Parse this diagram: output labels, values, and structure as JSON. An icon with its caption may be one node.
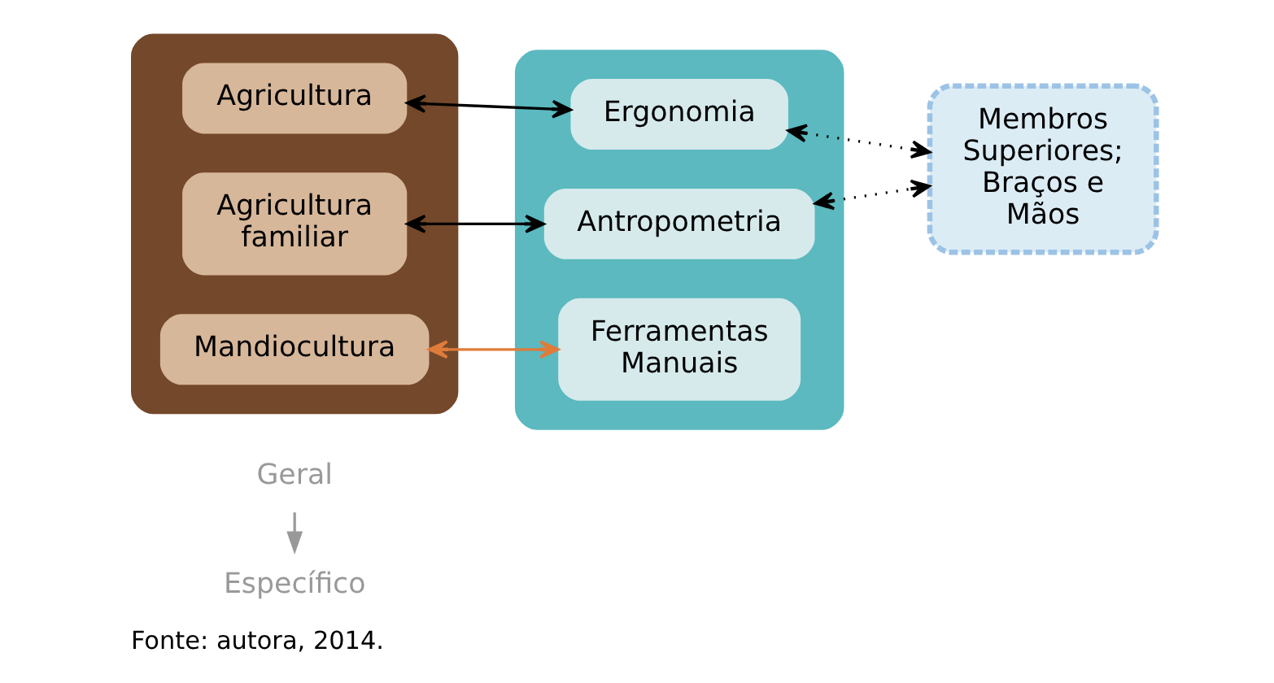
{
  "diagram": {
    "caption": "Fonte: autora, 2014.",
    "nodes": [
      {
        "text": [
          "Geral"
        ]
      },
      {
        "text": [],
        "shape": "box"
      },
      {
        "text": [
          "Agricultura"
        ],
        "in": 1
      },
      {
        "text": [
          "Agricultura familiar"
        ],
        "in": 1
      },
      {
        "text": [
          "Mandiocultura"
        ],
        "in": 1
      },
      {
        "text": [],
        "shape": "box"
      },
      {
        "text": [
          "Ergonomia"
        ],
        "in": 5
      },
      {
        "text": [
          "Antropometria"
        ],
        "in": 5
      },
      {
        "text": [
          "Ferramentas Manuais"
        ],
        "in": 5
      },
      {
        "text": [
          "Membros Superiores; Braços e Mãos"
        ]
      },
      {
        "text": [
          "Específico"
        ]
      }
    ],
    "edges": [
      {
        "from": 0,
        "to": 10,
        "arrow": "to",
        "color": "#999999"
      },
      {
        "from": 2,
        "to": 6,
        "arrow": "both"
      },
      {
        "from": 3,
        "to": 7,
        "arrow": "both"
      },
      {
        "from": 4,
        "to": 8,
        "arrow": "both",
        "color": "#e07b39"
      },
      {
        "from": 6,
        "to": 9,
        "arrow": "both",
        "style": "dashed"
      },
      {
        "from": 7,
        "to": 9,
        "arrow": "both",
        "style": "dashed"
      }
    ]
  }
}
